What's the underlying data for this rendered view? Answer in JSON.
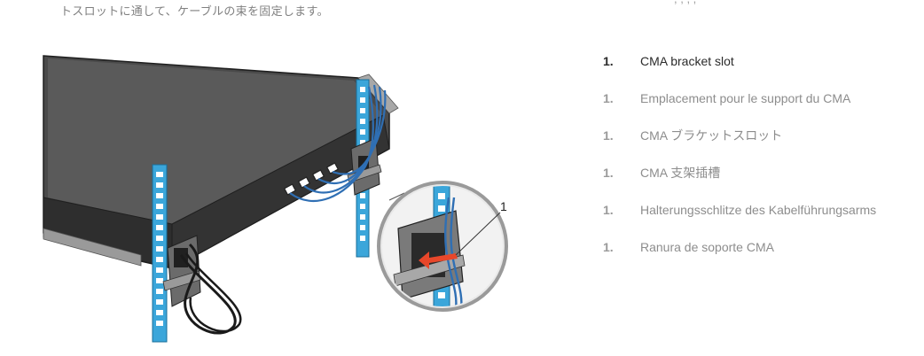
{
  "top_text_ja": "トスロットに通して、ケーブルの束を固定します。",
  "top_right_partial": ",  ,        ,    ,",
  "figure": {
    "callout_number": "1"
  },
  "legend": {
    "items": [
      {
        "num": "1.",
        "text": "CMA bracket slot"
      },
      {
        "num": "1.",
        "text": "Emplacement pour le support du CMA"
      },
      {
        "num": "1.",
        "text": "CMA ブラケットスロット"
      },
      {
        "num": "1.",
        "text": "CMA 支架插槽"
      },
      {
        "num": "1.",
        "text": "Halterungsschlitze des Kabelführungsarms"
      },
      {
        "num": "1.",
        "text": "Ranura de soporte CMA"
      }
    ]
  },
  "colors": {
    "rail_blue": "#3ba6da",
    "chassis_dark": "#3d3d3d",
    "cable_blue": "#2f6fb4",
    "arrow_red": "#e8472a"
  }
}
